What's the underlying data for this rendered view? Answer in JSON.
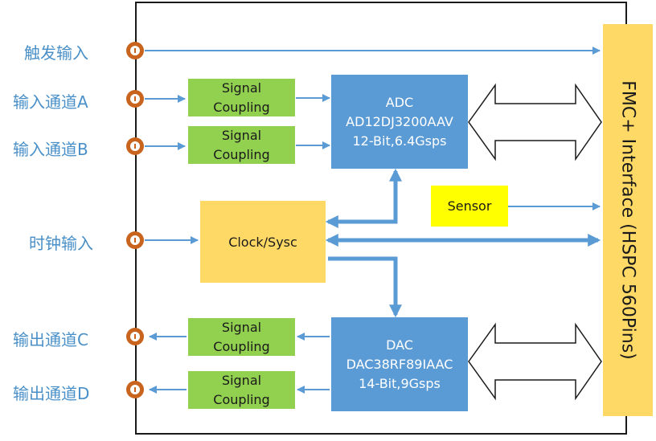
{
  "inputs": {
    "trigger": "触发输入",
    "channel_a": "输入通道A",
    "channel_b": "输入通道B",
    "clock": "时钟输入"
  },
  "outputs": {
    "channel_c": "输出通道C",
    "channel_d": "输出通道D"
  },
  "coupling": {
    "line1": "Signal",
    "line2": "Coupling"
  },
  "adc": {
    "title": "ADC",
    "part": "AD12DJ3200AAV",
    "spec": "12-Bit,6.4Gsps"
  },
  "dac": {
    "title": "DAC",
    "part": "DAC38RF89IAAC",
    "spec": "14-Bit,9Gsps"
  },
  "clock_block": "Clock/Sysc",
  "sensor": "Sensor",
  "fmc": "FMC+ Interface (HSPC 560Pins)",
  "colors": {
    "label": "#4a90c8",
    "arrow": "#5b9bd5",
    "port": "#c8641e",
    "coupling": "#92d050",
    "converter": "#5b9bd5",
    "clock": "#ffd966",
    "sensor": "#ffff00",
    "fmc": "#ffd966"
  }
}
